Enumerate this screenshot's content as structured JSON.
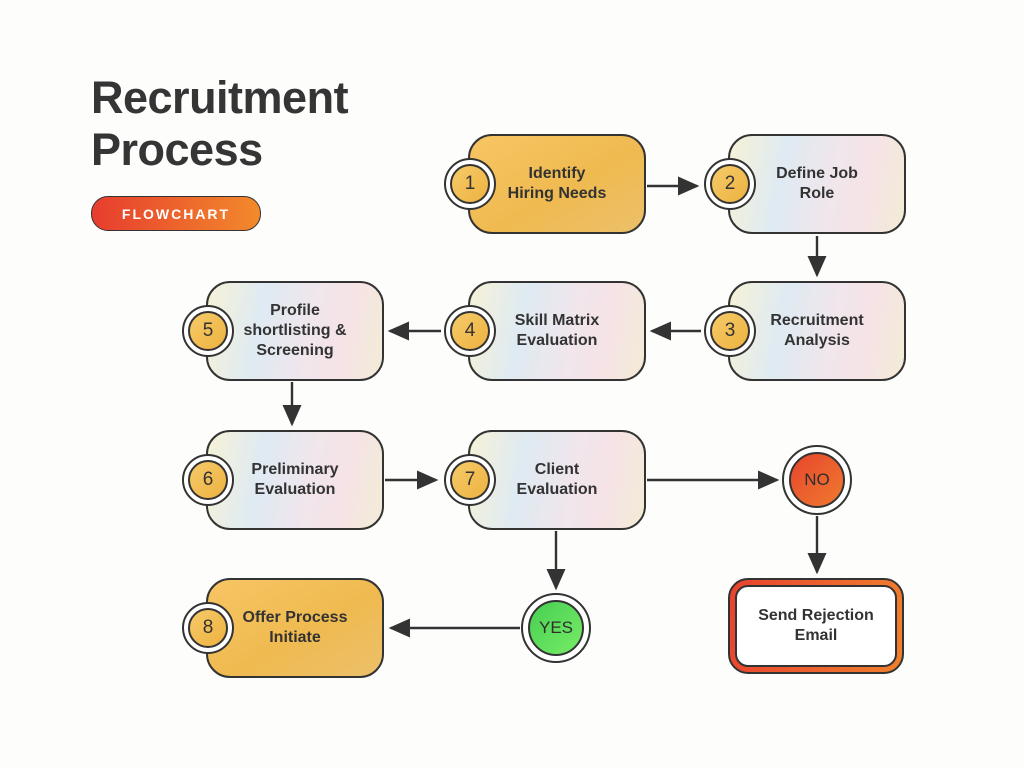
{
  "header": {
    "title": "Recruitment\nProcess",
    "badge_label": "FLOWCHART"
  },
  "nodes": [
    {
      "number": "1",
      "label": "Identify\nHiring Needs",
      "variant": "yellow"
    },
    {
      "number": "2",
      "label": "Define Job\nRole",
      "variant": "pastel"
    },
    {
      "number": "3",
      "label": "Recruitment\nAnalysis",
      "variant": "pastel"
    },
    {
      "number": "4",
      "label": "Skill Matrix\nEvaluation",
      "variant": "pastel"
    },
    {
      "number": "5",
      "label": "Profile\nshortlisting &\nScreening",
      "variant": "pastel"
    },
    {
      "number": "6",
      "label": "Preliminary\nEvaluation",
      "variant": "pastel"
    },
    {
      "number": "7",
      "label": "Client\nEvaluation",
      "variant": "pastel"
    },
    {
      "number": "8",
      "label": "Offer Process\nInitiate",
      "variant": "yellow"
    }
  ],
  "decisions": {
    "no": {
      "label": "NO"
    },
    "yes": {
      "label": "YES"
    }
  },
  "terminal": {
    "label": "Send Rejection\nEmail"
  },
  "colors": {
    "ink": "#333333",
    "badge_gradient_start": "#e73d2e",
    "badge_gradient_end": "#f28a2b",
    "node_yellow_start": "#f7c564",
    "node_yellow_end": "#ecc069",
    "no_red_start": "#e6452c",
    "no_red_end": "#f17a30",
    "yes_green_start": "#47cf52",
    "yes_green_end": "#77ec67"
  }
}
